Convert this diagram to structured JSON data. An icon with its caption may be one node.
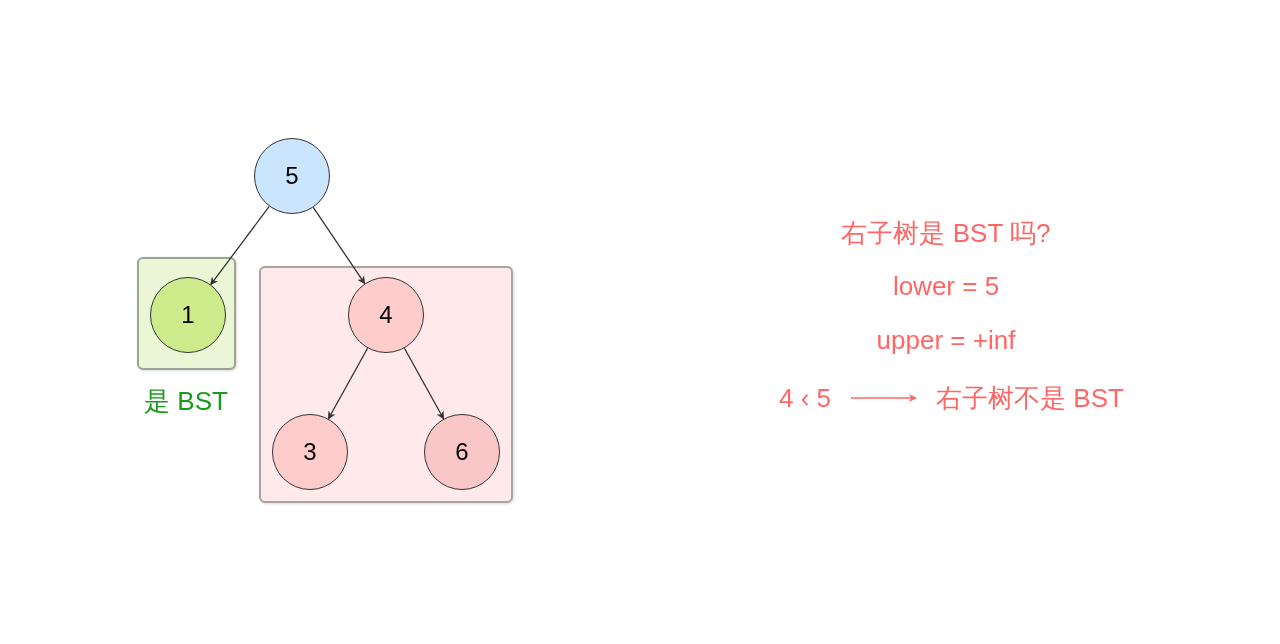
{
  "diagram": {
    "nodes": [
      {
        "text": [
          "5"
        ]
      },
      {
        "text": [
          "是 BST"
        ]
      },
      {
        "text": [
          "1"
        ],
        "in": 1
      },
      {
        "text": [],
        "shape": "box"
      },
      {
        "text": [
          "4"
        ],
        "in": 3
      },
      {
        "text": [
          "3"
        ],
        "in": 3
      },
      {
        "text": [
          "6"
        ],
        "in": 3
      },
      {
        "text": [
          "4 ‹ 5"
        ]
      },
      {
        "text": [
          "右子树不是 BST"
        ]
      }
    ],
    "edges": [
      {
        "from": 0,
        "to": 2,
        "arrow": "to"
      },
      {
        "from": 0,
        "to": 4,
        "arrow": "to"
      },
      {
        "from": 4,
        "to": 5,
        "arrow": "to"
      },
      {
        "from": 4,
        "to": 6,
        "arrow": "to"
      },
      {
        "from": 7,
        "to": 8,
        "arrow": "to",
        "color": "#ff6666"
      }
    ],
    "labels": [
      "右子树是 BST 吗?",
      "lower = 5",
      "upper = +inf"
    ]
  }
}
